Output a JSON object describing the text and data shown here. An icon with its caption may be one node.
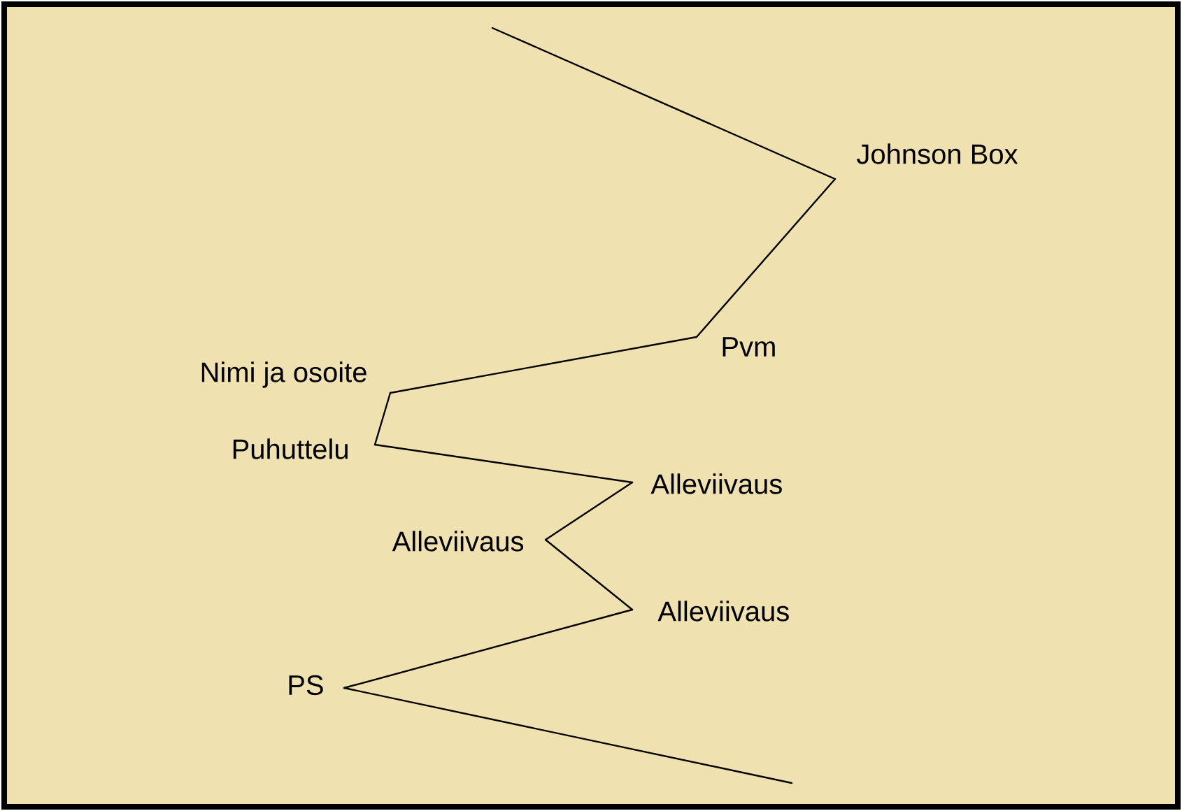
{
  "diagram": {
    "nodes": [
      {
        "text": [
          "Johnson Box"
        ]
      },
      {
        "text": [
          "Pvm"
        ]
      },
      {
        "text": [
          "Nimi ja osoite"
        ]
      },
      {
        "text": [
          "Puhuttelu"
        ]
      },
      {
        "text": [
          "Alleviivaus"
        ]
      },
      {
        "text": [
          "Alleviivaus"
        ]
      },
      {
        "text": [
          "Alleviivaus"
        ]
      },
      {
        "text": [
          "PS"
        ]
      }
    ],
    "edges": [
      {
        "from": null,
        "to": 0,
        "arrow": "none"
      },
      {
        "from": 0,
        "to": 1,
        "arrow": "none"
      },
      {
        "from": 1,
        "to": 2,
        "arrow": "none"
      },
      {
        "from": 2,
        "to": 3,
        "arrow": "none"
      },
      {
        "from": 3,
        "to": 4,
        "arrow": "none"
      },
      {
        "from": 4,
        "to": 5,
        "arrow": "none"
      },
      {
        "from": 5,
        "to": 6,
        "arrow": "none"
      },
      {
        "from": 6,
        "to": 7,
        "arrow": "none"
      },
      {
        "from": 7,
        "to": null,
        "arrow": "none"
      }
    ]
  }
}
